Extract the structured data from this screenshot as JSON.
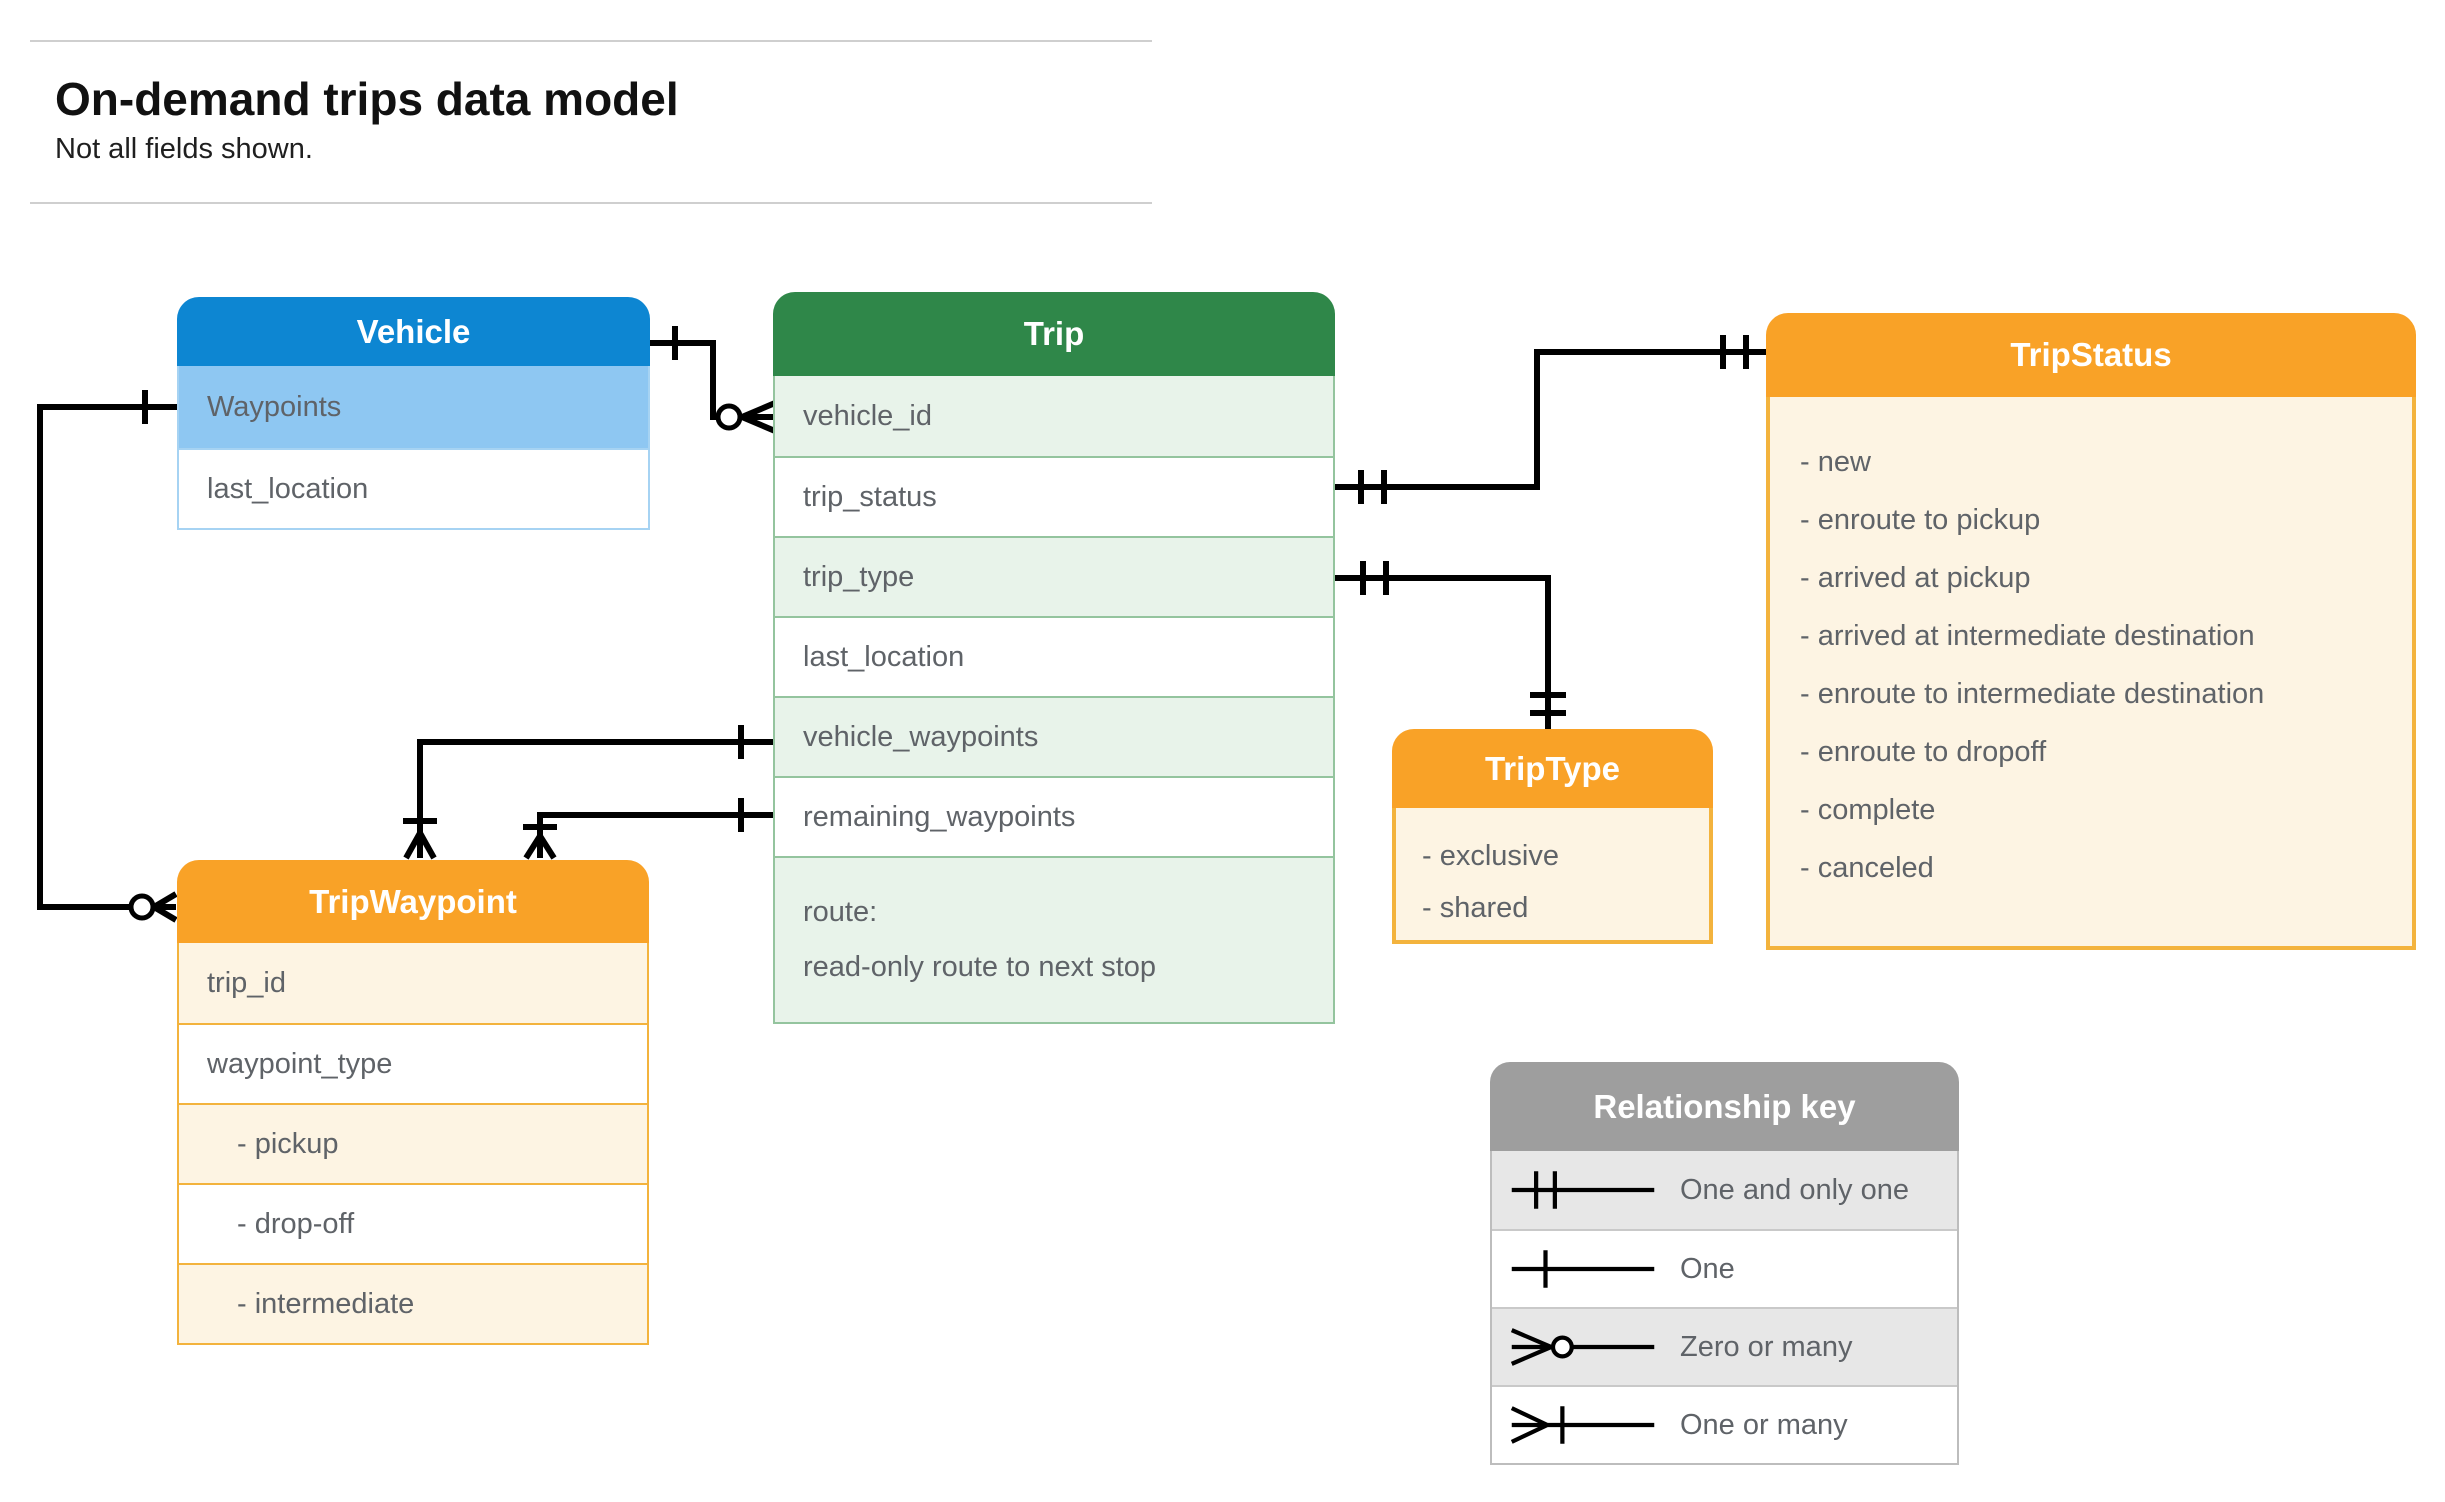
{
  "page": {
    "title": "On-demand trips data model",
    "subtitle": "Not all fields shown."
  },
  "entities": {
    "vehicle": {
      "title": "Vehicle",
      "rows": [
        "Waypoints",
        "last_location"
      ]
    },
    "trip": {
      "title": "Trip",
      "rows": [
        "vehicle_id",
        "trip_status",
        "trip_type",
        "last_location",
        "vehicle_waypoints",
        "remaining_waypoints"
      ],
      "route": {
        "line1": "route:",
        "line2": "read-only route to next stop"
      }
    },
    "tripStatus": {
      "title": "TripStatus",
      "items": [
        "- new",
        "- enroute to pickup",
        "- arrived at pickup",
        "- arrived at intermediate destination",
        "- enroute to intermediate destination",
        "- enroute to dropoff",
        "- complete",
        "- canceled"
      ]
    },
    "tripType": {
      "title": "TripType",
      "items": [
        "- exclusive",
        "- shared"
      ]
    },
    "tripWaypoint": {
      "title": "TripWaypoint",
      "rows": [
        "trip_id",
        "waypoint_type",
        "- pickup",
        "- drop-off",
        "- intermediate"
      ]
    }
  },
  "legend": {
    "title": "Relationship key",
    "items": [
      {
        "symbol": "one-and-only-one",
        "label": "One and only one"
      },
      {
        "symbol": "one",
        "label": "One"
      },
      {
        "symbol": "zero-or-many",
        "label": "Zero or many"
      },
      {
        "symbol": "one-or-many",
        "label": "One or many"
      }
    ]
  },
  "colors": {
    "blue_header": "#0d86d2",
    "blue_highlight": "#8ec7f2",
    "green_header": "#2f8749",
    "green_row_light": "#e8f3ea",
    "green_border": "#94c49e",
    "orange_header": "#f9a227",
    "cream_row": "#fdf4e3",
    "orange_border": "#f3b33d",
    "gray_header": "#9e9e9e",
    "gray_row_light": "#e7e7e7",
    "text_gray": "#5f6368",
    "connector": "#000000"
  }
}
